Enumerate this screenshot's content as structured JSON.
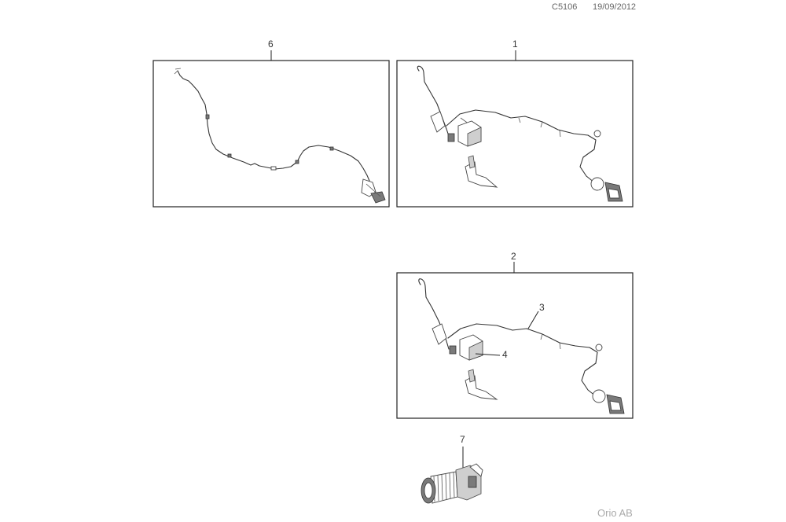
{
  "header": {
    "code": "C5106",
    "date": "19/09/2012"
  },
  "footer": {
    "brand": "Orio AB"
  },
  "callouts": {
    "c6": "6",
    "c1": "1",
    "c2": "2",
    "c3": "3",
    "c4": "4",
    "c7": "7"
  }
}
